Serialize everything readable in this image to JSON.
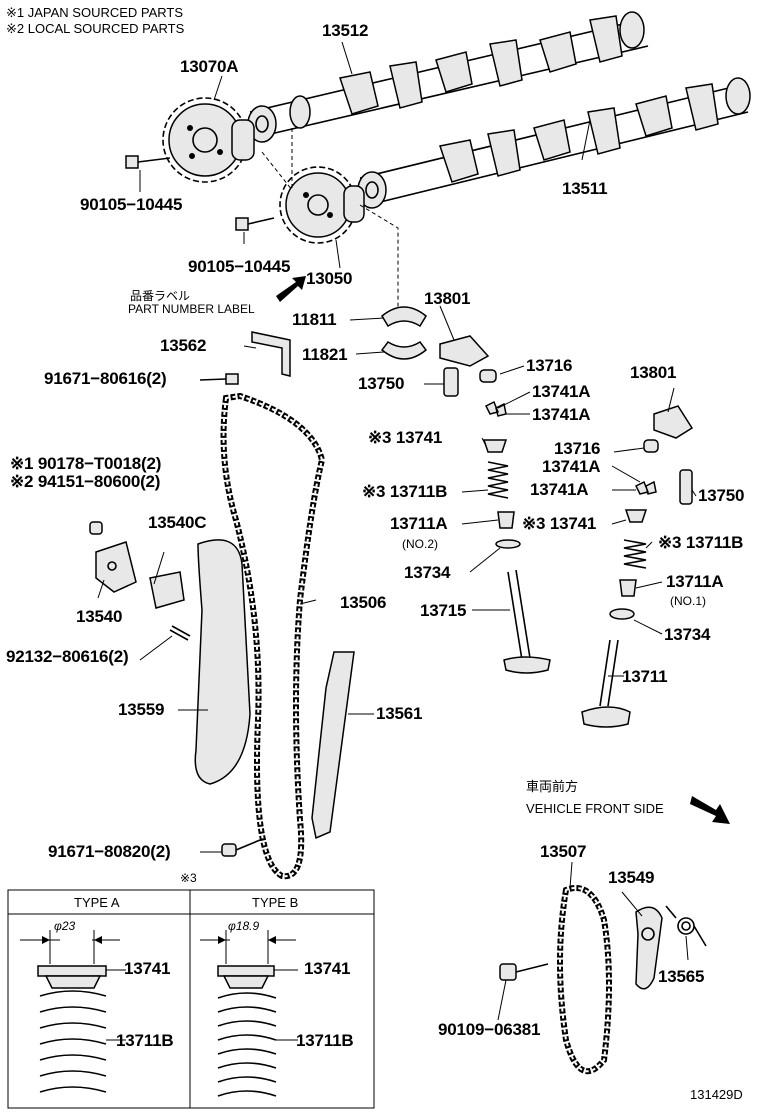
{
  "legend": {
    "line1": "※1 JAPAN SOURCED PARTS",
    "line2": "※2 LOCAL SOURCED PARTS"
  },
  "labels": {
    "p13512": "13512",
    "p13070A": "13070A",
    "p13511": "13511",
    "p90105a": "90105−10445",
    "p90105b": "90105−10445",
    "p13050": "13050",
    "label_jp": "品番ラベル",
    "label_en": "PART NUMBER LABEL",
    "p11811": "11811",
    "p13801a": "13801",
    "p13562": "13562",
    "p11821": "11821",
    "p13716a": "13716",
    "p91671a": "91671−80616(2)",
    "p13750a": "13750",
    "p13741A1": "13741A",
    "p13801b": "13801",
    "p13741A2": "13741A",
    "p13741a": "※3 13741",
    "p13716b": "13716",
    "p90178": "※1 90178−T0018(2)",
    "p13741A3": "13741A",
    "p94151": "※2 94151−80600(2)",
    "p13711Ba": "※3 13711B",
    "p13741A4": "13741A",
    "p13750b": "13750",
    "p13540C": "13540C",
    "p13711Aa": "13711A",
    "no2": "(NO.2)",
    "p13741b": "※3 13741",
    "p13711Bb": "※3 13711B",
    "p13734a": "13734",
    "p13506": "13506",
    "p13711Ab": "13711A",
    "no1": "(NO.1)",
    "p13540": "13540",
    "p13715": "13715",
    "p13734b": "13734",
    "p92132": "92132−80616(2)",
    "p13711": "13711",
    "p13559": "13559",
    "p13561": "13561",
    "front_jp": "車両前方",
    "front_en": "VEHICLE FRONT SIDE",
    "p13507": "13507",
    "p91671b": "91671−80820(2)",
    "note3": "※3",
    "p13549": "13549",
    "p13565": "13565",
    "p90109": "90109−06381",
    "fig": "131429D"
  },
  "inset": {
    "typeA": {
      "title": "TYPE A",
      "dia": "φ23",
      "p1": "13741",
      "p2": "13711B"
    },
    "typeB": {
      "title": "TYPE B",
      "dia": "φ18.9",
      "p1": "13741",
      "p2": "13711B"
    }
  },
  "icons": [
    "arrow-icon",
    "camshaft",
    "sprocket",
    "timing-chain",
    "valve",
    "spring",
    "rocker-arm",
    "bolt"
  ]
}
